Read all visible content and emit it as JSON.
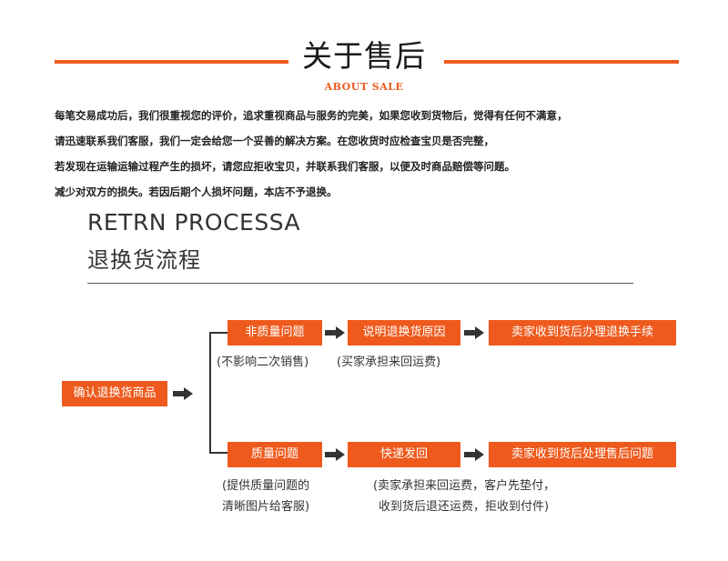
{
  "header": {
    "title": "关于售后",
    "subtitle": "ABOUT SALE",
    "accent_color": "#ee5a1d"
  },
  "intro": {
    "lines": [
      "每笔交易成功后，我们很重视您的评价，追求重视商品与服务的完美，如果您收到货物后，觉得有任何不满意，",
      "请迅速联系我们客服，我们一定会给您一个妥善的解决方案。在您收货时应检查宝贝是否完整，",
      "若发现在运输运输过程产生的损坏，请您应拒收宝贝，并联系我们客服，以便及时商品赔偿等问题。",
      "减少对双方的损失。若因后期个人损坏问题，本店不予退换。"
    ]
  },
  "process": {
    "title_en": "RETRN PROCESSA",
    "title_zh": "退换货流程",
    "start": "确认退换货商品",
    "non_quality": {
      "step1": "非质量问题",
      "step2": "说明退换货原因",
      "step3": "卖家收到货后办理退换手续",
      "note1": "(不影响二次销售)",
      "note2": "(买家承担来回运费)"
    },
    "quality": {
      "step1": "质量问题",
      "step2": "快递发回",
      "step3": "卖家收到货后处理售后问题",
      "note1_line1": "(提供质量问题的",
      "note1_line2": "清晰图片给客服)",
      "note2_line1": "(卖家承担来回运费，客户先垫付，",
      "note2_line2": "收到货后退还运费，拒收到付件)"
    }
  }
}
